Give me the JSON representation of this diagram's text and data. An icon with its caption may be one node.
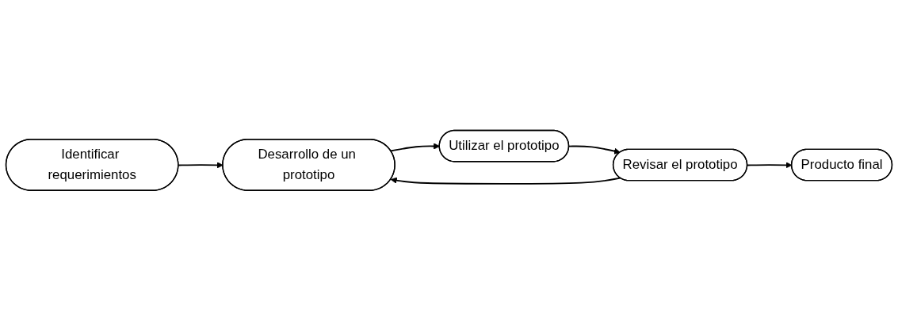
{
  "diagram": {
    "nodes": [
      {
        "text": [
          "Identificar requerimientos"
        ]
      },
      {
        "text": [
          "Desarrollo de un prototipo"
        ]
      },
      {
        "text": [
          "Utilizar el prototipo"
        ]
      },
      {
        "text": [
          "Revisar el prototipo"
        ]
      },
      {
        "text": [
          "Producto final"
        ]
      }
    ],
    "edges": [
      {
        "from": 0,
        "to": 1,
        "arrow": "to"
      },
      {
        "from": 1,
        "to": 2,
        "arrow": "to"
      },
      {
        "from": 2,
        "to": 3,
        "arrow": "to"
      },
      {
        "from": 3,
        "to": 1,
        "arrow": "to"
      },
      {
        "from": 3,
        "to": 4,
        "arrow": "to"
      }
    ]
  }
}
